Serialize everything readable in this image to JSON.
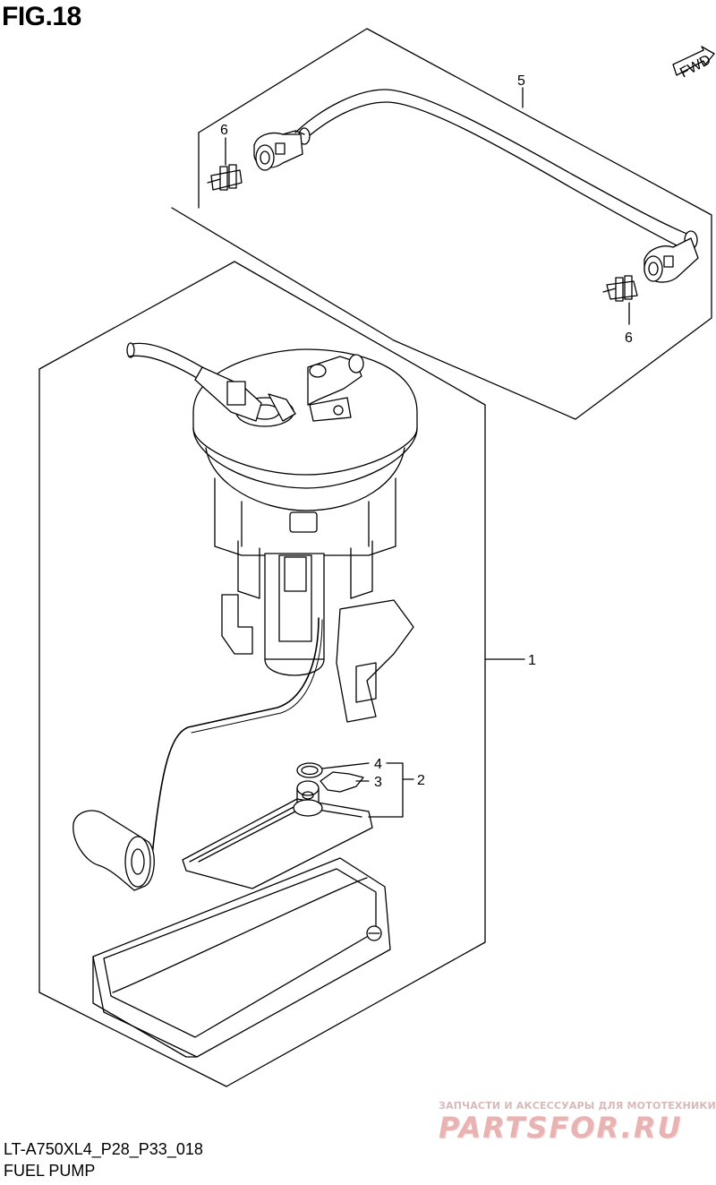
{
  "figure": {
    "title": "FIG.18",
    "model_code": "LT-A750XL4_P28_P33_018",
    "assembly_name": "FUEL PUMP",
    "fwd_badge": "FWD"
  },
  "callouts": {
    "c1": "1",
    "c2": "2",
    "c3": "3",
    "c4": "4",
    "c5": "5",
    "c6a": "6",
    "c6b": "6"
  },
  "watermark": {
    "tagline": "ЗАПЧАСТИ И АКСЕССУАРЫ ДЛЯ МОТОТЕХНИКИ",
    "logo": "PARTSFOR.RU"
  }
}
